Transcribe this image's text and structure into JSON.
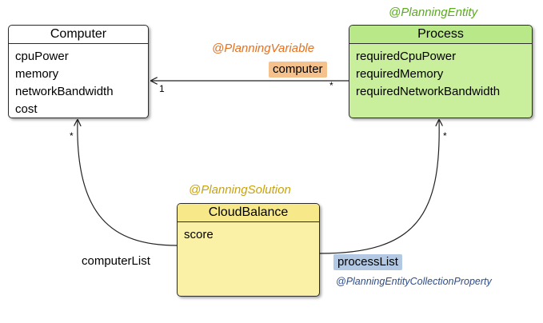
{
  "classes": {
    "computer": {
      "name": "Computer",
      "attributes": [
        "cpuPower",
        "memory",
        "networkBandwidth",
        "cost"
      ]
    },
    "process": {
      "name": "Process",
      "attributes": [
        "requiredCpuPower",
        "requiredMemory",
        "requiredNetworkBandwidth"
      ]
    },
    "cloud_balance": {
      "name": "CloudBalance",
      "attributes": [
        "score"
      ]
    }
  },
  "annotations": {
    "planning_entity": "@PlanningEntity",
    "planning_variable": "@PlanningVariable",
    "planning_solution": "@PlanningSolution",
    "planning_entity_collection_property": "@PlanningEntityCollectionProperty"
  },
  "relations": {
    "computer_field": "computer",
    "computer_list": "computerList",
    "process_list": "processList",
    "multiplicity_one": "1",
    "multiplicity_many": "*"
  },
  "colors": {
    "process_fill": "#c9ef9c",
    "cloud_balance_fill": "#fbf1a6",
    "planning_entity_text": "#5aaa1e",
    "planning_variable_text": "#e5701f",
    "planning_solution_text": "#c9a20c",
    "collection_property_text": "#2e4d8a",
    "computer_chip": "#f5c28e",
    "process_list_chip": "#b3c9e3"
  }
}
